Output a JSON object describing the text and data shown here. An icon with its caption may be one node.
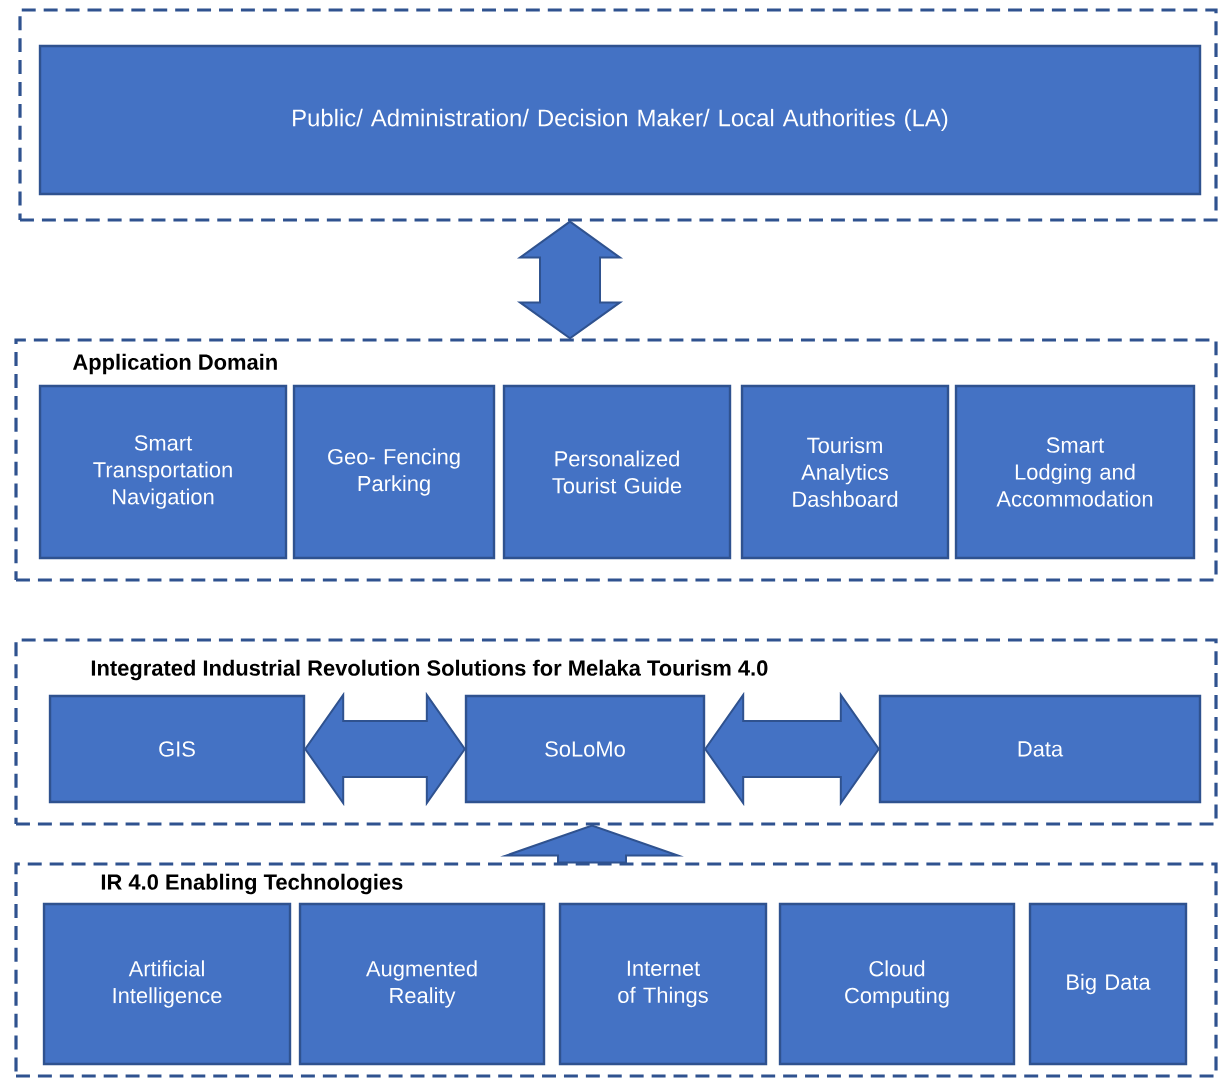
{
  "diagram": {
    "nodes": [
      {
        "text": [],
        "shape": "box"
      },
      {
        "text": [
          "Public/ Administration/ Decision Maker/ Local Authorities (LA)"
        ],
        "in": 0
      },
      {
        "text": [
          "Application Domain"
        ]
      },
      {
        "text": [
          "Smart Transportation Navigation"
        ],
        "in": 2
      },
      {
        "text": [
          "Geo- Fencing Parking"
        ],
        "in": 2
      },
      {
        "text": [
          "Personalized Tourist Guide"
        ],
        "in": 2
      },
      {
        "text": [
          "Tourism Analytics Dashboard"
        ],
        "in": 2
      },
      {
        "text": [
          "Smart Lodging and Accommodation"
        ],
        "in": 2
      },
      {
        "text": [
          "Integrated Industrial Revolution Solutions for Melaka Tourism 4.0"
        ]
      },
      {
        "text": [
          "GIS"
        ],
        "in": 8
      },
      {
        "text": [
          "SoLoMo"
        ],
        "in": 8
      },
      {
        "text": [
          "Data"
        ],
        "in": 8
      },
      {
        "text": [
          "IR 4.0 Enabling Technologies"
        ]
      },
      {
        "text": [
          "Artificial Intelligence"
        ],
        "in": 12
      },
      {
        "text": [
          "Augmented Reality"
        ],
        "in": 12
      },
      {
        "text": [
          "Internet of Things"
        ],
        "in": 12
      },
      {
        "text": [
          "Cloud Computing"
        ],
        "in": 12
      },
      {
        "text": [
          "Big Data"
        ],
        "in": 12
      }
    ],
    "edges": [
      {
        "from": 0,
        "to": 2,
        "arrow": "both"
      },
      {
        "from": 12,
        "to": 8,
        "arrow": "to"
      },
      {
        "from": 9,
        "to": 10,
        "arrow": "both"
      },
      {
        "from": 10,
        "to": 11,
        "arrow": "both"
      }
    ]
  }
}
